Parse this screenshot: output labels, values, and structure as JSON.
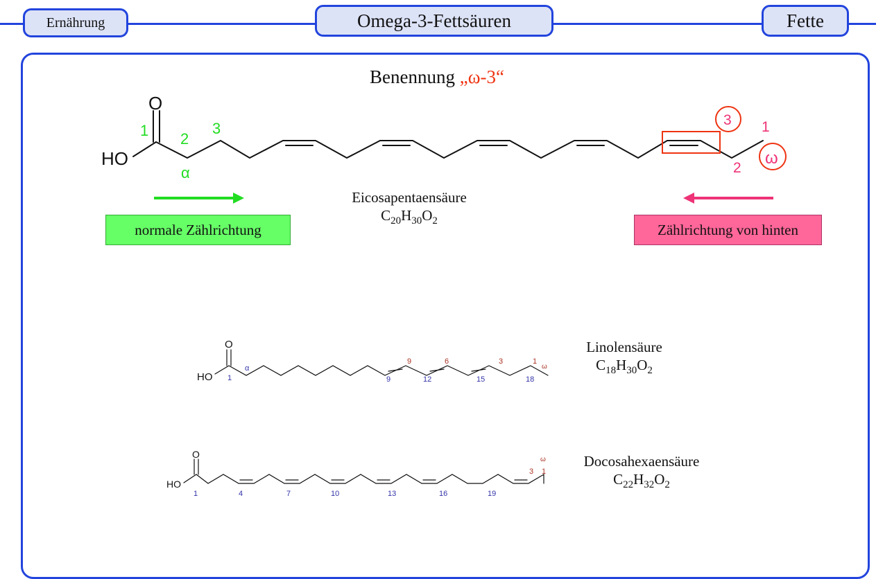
{
  "header": {
    "left_tab": "Ernährung",
    "center_tab": "Omega-3-Fettsäuren",
    "right_tab": "Fette"
  },
  "heading": {
    "prefix": "Benennung ",
    "omega_term": "„ω-3“"
  },
  "epa": {
    "atom_o": "O",
    "atom_ho": "HO",
    "numbers_front": [
      "1",
      "2",
      "3"
    ],
    "alpha": "α",
    "numbers_back": [
      "3",
      "1",
      "2"
    ],
    "omega": "ω",
    "name": "Eicosapentaensäure",
    "formula": {
      "C": "C",
      "c_count": "20",
      "H": "H",
      "h_count": "30",
      "O": "O",
      "o_count": "2"
    }
  },
  "directions": {
    "normal": "normale Zählrichtung",
    "reverse": "Zählrichtung von hinten"
  },
  "ala": {
    "atom_o": "O",
    "atom_ho": "HO",
    "blue_labels": [
      "1",
      "α",
      "9",
      "12",
      "15",
      "18"
    ],
    "red_labels": [
      "9",
      "6",
      "3",
      "1",
      "ω"
    ],
    "name": "Linolensäure",
    "formula": {
      "C": "C",
      "c_count": "18",
      "H": "H",
      "h_count": "30",
      "O": "O",
      "o_count": "2"
    }
  },
  "dha": {
    "atom_o": "O",
    "atom_ho": "HO",
    "blue_labels": [
      "1",
      "4",
      "7",
      "10",
      "13",
      "16",
      "19"
    ],
    "red_labels": [
      "3",
      "ω",
      "1"
    ],
    "name": "Docosahexaensäure",
    "formula": {
      "C": "C",
      "c_count": "22",
      "H": "H",
      "h_count": "32",
      "O": "O",
      "o_count": "2"
    }
  },
  "colors": {
    "frame_blue": "#2244dd",
    "tab_fill": "#dde3f7",
    "green": "#22dd22",
    "pink": "#ee3377",
    "red": "#ee3311",
    "num_blue": "#3333aa",
    "num_red": "#aa3322"
  }
}
